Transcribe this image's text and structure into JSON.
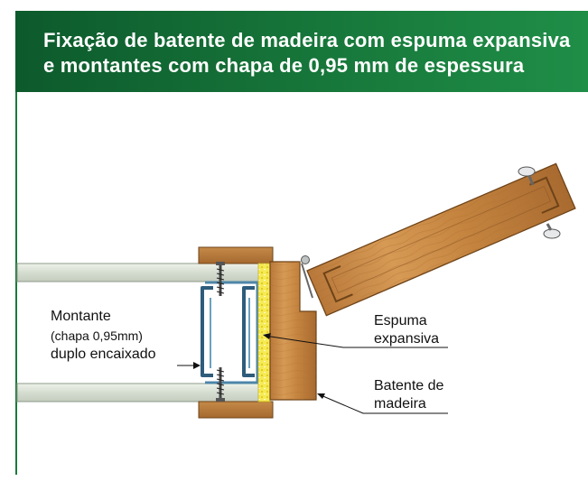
{
  "header": {
    "line1": "Fixação de batente de madeira com espuma expansiva",
    "line2": "e montantes com chapa de 0,95 mm de espessura"
  },
  "labels": {
    "montante_1": "Montante",
    "montante_2": "(chapa 0,95mm)",
    "montante_3": "duplo encaixado",
    "espuma_1": "Espuma",
    "espuma_2": "expansiva",
    "batente_1": "Batente de",
    "batente_2": "madeira"
  },
  "colors": {
    "header_green": "#187a3c",
    "wood": "#c98a45",
    "board": "#dde5d7",
    "foam": "#f3e23a",
    "steel": "#3d6f8f"
  }
}
